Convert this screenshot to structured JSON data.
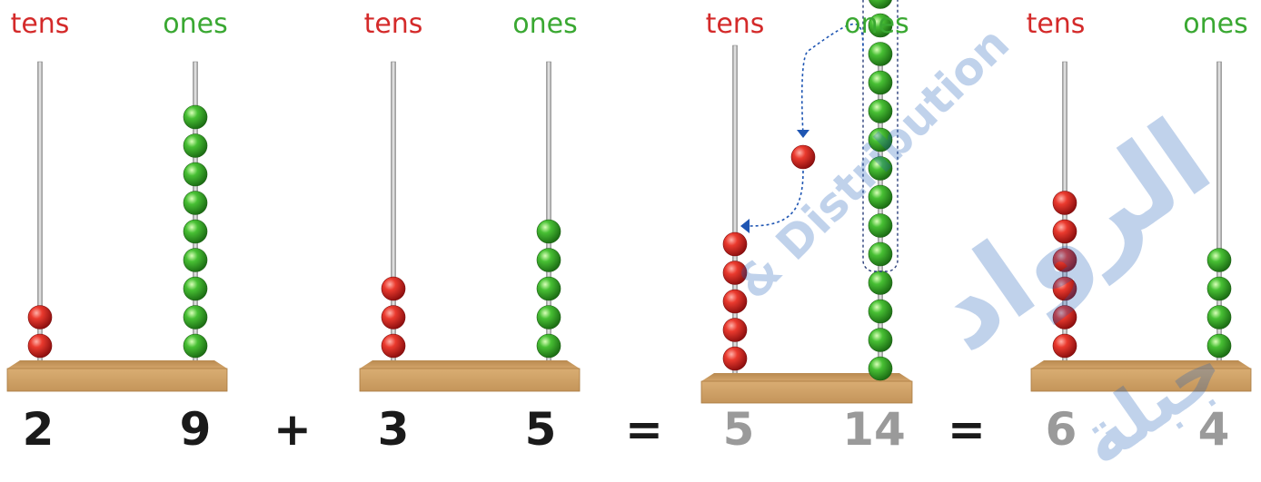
{
  "labels": {
    "tens": "tens",
    "ones": "ones"
  },
  "colors": {
    "tens_label": "#d42a2a",
    "ones_label": "#3aa832",
    "red_bead": "#e02a2a",
    "green_bead": "#3cb02e",
    "digit_dark": "#1a1a1a",
    "digit_gray": "#9a9a9a",
    "arrow": "#1f56b3",
    "base": "#c99a5e"
  },
  "equation": {
    "a_tens": "2",
    "a_ones": "9",
    "plus": "+",
    "b_tens": "3",
    "b_ones": "5",
    "equals1": "=",
    "c_tens": "5",
    "c_ones": "14",
    "equals2": "=",
    "d_tens": "6",
    "d_ones": "4"
  },
  "abaci": [
    {
      "tens_beads": 2,
      "ones_beads": 9
    },
    {
      "tens_beads": 3,
      "ones_beads": 5
    },
    {
      "tens_beads": 5,
      "ones_beads": 14,
      "regroup_beads": 10,
      "moved_bead": 1
    },
    {
      "tens_beads": 6,
      "ones_beads": 4
    }
  ],
  "watermark": {
    "line1": "& Distribution",
    "arabic": "الرواد",
    "arabic2": "جبلة"
  }
}
